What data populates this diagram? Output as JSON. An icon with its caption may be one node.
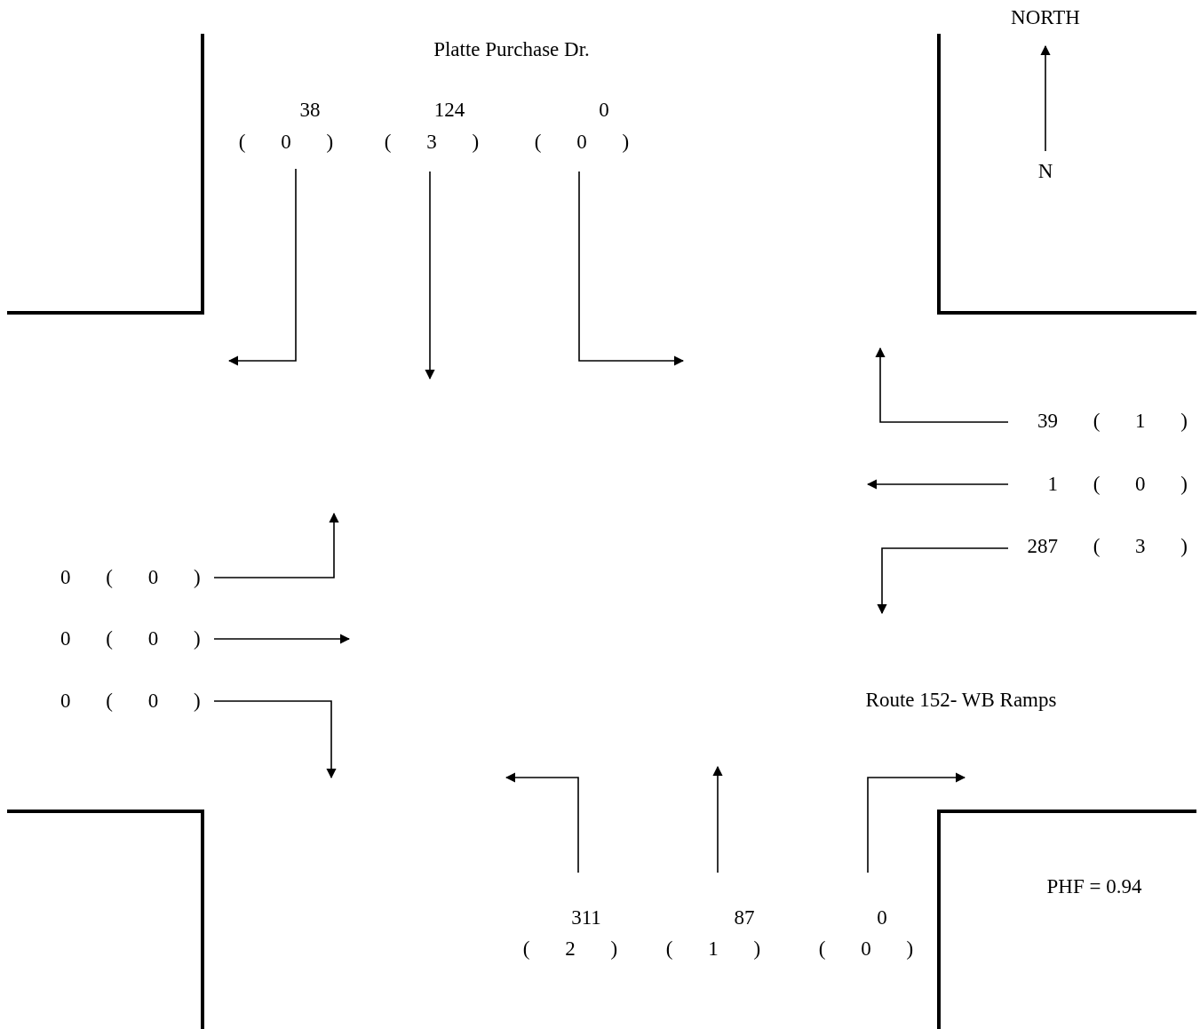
{
  "diagram": {
    "labels": [
      "NORTH",
      "Platte Purchase Dr.",
      "38",
      "124",
      "0",
      "( 0 )",
      "( 3 )",
      "( 0 )",
      "N",
      "39 ( 1 )",
      "1 ( 0 )",
      "287 ( 3 )",
      "0 ( 0 )",
      "0 ( 0 )",
      "0 ( 0 )",
      "Route 152- WB Ramps",
      "PHF = 0.94",
      "311",
      "87",
      "0",
      "( 2 )",
      "( 1 )",
      "( 0 )"
    ]
  }
}
